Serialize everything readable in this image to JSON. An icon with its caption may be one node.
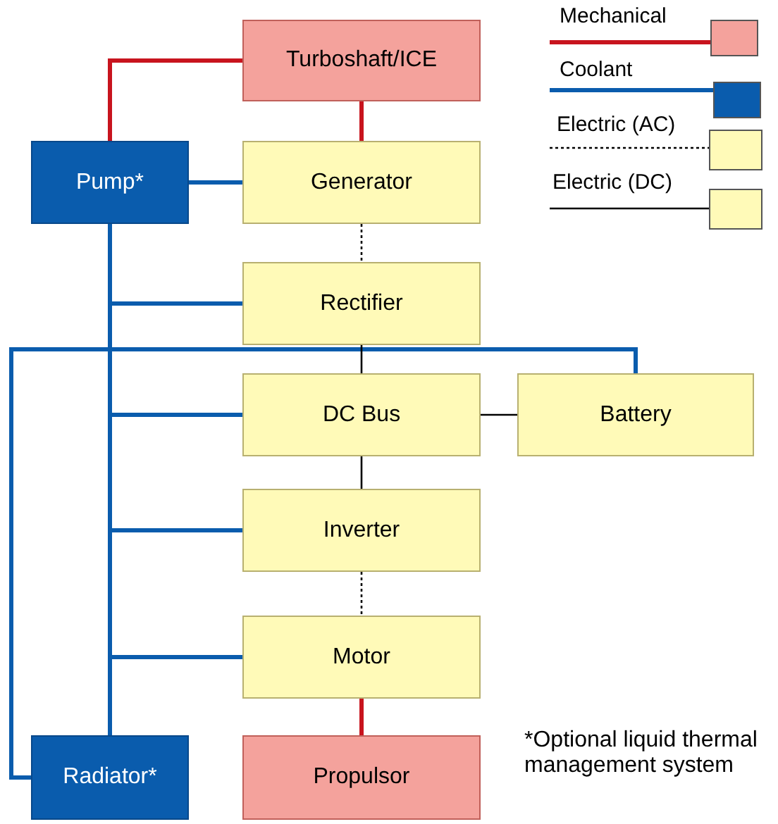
{
  "diagram": {
    "nodes": [
      {
        "text": [
          "Turboshaft/ICE"
        ]
      },
      {
        "text": [
          "Pump*"
        ]
      },
      {
        "text": [
          "Generator"
        ]
      },
      {
        "text": [
          "Rectifier"
        ]
      },
      {
        "text": [
          "DC Bus"
        ]
      },
      {
        "text": [
          "Battery"
        ]
      },
      {
        "text": [
          "Inverter"
        ]
      },
      {
        "text": [
          "Motor"
        ]
      },
      {
        "text": [
          "Radiator*"
        ]
      },
      {
        "text": [
          "Propulsor"
        ]
      }
    ],
    "edges": [
      {
        "from": 1,
        "to": 0,
        "arrow": "none",
        "color": "#c8141e"
      },
      {
        "from": 0,
        "to": 2,
        "arrow": "none",
        "color": "#c8141e"
      },
      {
        "from": 1,
        "to": 2,
        "arrow": "none"
      },
      {
        "from": 1,
        "to": 3,
        "arrow": "none"
      },
      {
        "from": 1,
        "to": 4,
        "arrow": "none"
      },
      {
        "from": 1,
        "to": 6,
        "arrow": "none"
      },
      {
        "from": 1,
        "to": 7,
        "arrow": "none"
      },
      {
        "from": 1,
        "to": 8,
        "arrow": "none"
      },
      {
        "from": 8,
        "to": 5,
        "arrow": "none"
      },
      {
        "from": 2,
        "to": 3,
        "arrow": "none",
        "style": "dashed",
        "color": "#000000"
      },
      {
        "from": 3,
        "to": 4,
        "arrow": "none",
        "color": "#000000"
      },
      {
        "from": 4,
        "to": 5,
        "arrow": "none",
        "color": "#000000"
      },
      {
        "from": 4,
        "to": 6,
        "arrow": "none",
        "color": "#000000"
      },
      {
        "from": 6,
        "to": 7,
        "arrow": "none",
        "style": "dashed",
        "color": "#000000"
      },
      {
        "from": 7,
        "to": 9,
        "arrow": "none",
        "color": "#c8141e"
      }
    ],
    "labels": [
      "*Optional liquid thermal management system"
    ],
    "legend": [
      {
        "text": "Mechanical",
        "color": "#f4a29c"
      },
      {
        "text": "Coolant",
        "color": "#0a5cad"
      },
      {
        "text": "Electric (AC)",
        "color": "#fffab8"
      },
      {
        "text": "Electric (DC)",
        "color": "#fffab8"
      }
    ]
  }
}
